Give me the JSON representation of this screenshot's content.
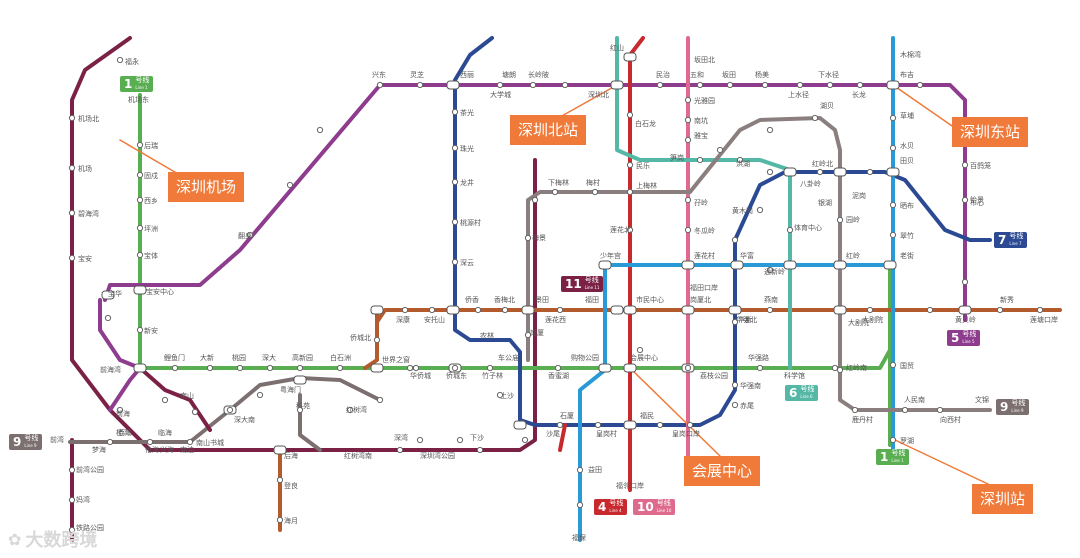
{
  "colors": {
    "line1": "#5aae52",
    "line2": "#a565a8",
    "line3": "#2a9ad7",
    "line4": "#c8292c",
    "line5": "#8e3c8e",
    "line6": "#55b7a6",
    "line7": "#2c4a93",
    "line9": "#7b6f6f",
    "line10": "#de6b8e",
    "line11": "#7a2145",
    "line_mid": "#b45b2e",
    "line_gray": "#8a7e7e",
    "callout": "#ef7a3a"
  },
  "callouts": {
    "airport": "深圳机场",
    "north": "深圳北站",
    "east": "深圳东站",
    "expo": "会展中心",
    "sz": "深圳站"
  },
  "badges": {
    "line1_top": {
      "num": "1",
      "cn": "号线",
      "en": "Line 1"
    },
    "line1_bot": {
      "num": "1",
      "cn": "号线",
      "en": "Line 1"
    },
    "line11": {
      "num": "11",
      "cn": "号线",
      "en": "Line 11"
    },
    "line7": {
      "num": "7",
      "cn": "号线",
      "en": "Line 7"
    },
    "line5": {
      "num": "5",
      "cn": "号线",
      "en": "Line 5"
    },
    "line6": {
      "num": "6",
      "cn": "号线",
      "en": "Line 6"
    },
    "line9_left": {
      "num": "9",
      "cn": "号线",
      "en": "Line 9"
    },
    "line9_right": {
      "num": "9",
      "cn": "号线",
      "en": "Line 9"
    },
    "line4": {
      "num": "4",
      "cn": "号线",
      "en": "Line 4"
    },
    "line10": {
      "num": "10",
      "cn": "号线",
      "en": "Line 10"
    }
  },
  "watermark": "大数跨境",
  "stations": {
    "s1": "福永",
    "s2": "机场北",
    "s3": "机场",
    "s4": "碧海湾",
    "s5": "宝安",
    "s6": "机场东",
    "s7": "后瑞",
    "s8": "固戍",
    "s9": "西乡",
    "s10": "坪洲",
    "s11": "宝体",
    "s12": "宝安中心",
    "s13": "新安",
    "s14": "宝华",
    "s15": "前海湾",
    "s16": "鲤鱼门",
    "s17": "大新",
    "s18": "桃园",
    "s19": "深大",
    "s20": "高新园",
    "s21": "白石洲",
    "s22": "世界之窗",
    "s23": "华侨城",
    "s24": "侨城东",
    "s25": "竹子林",
    "s26": "车公庙",
    "s27": "香蜜湖",
    "s28": "购物公园",
    "s29": "会展中心",
    "s30": "岗厦",
    "s31": "华强路",
    "s32": "科学馆",
    "s33": "大剧院",
    "s34": "兴东",
    "s35": "灵芝",
    "s36": "翻身",
    "s37": "西丽",
    "s38": "大学城",
    "s39": "塘朗",
    "s40": "长岭陂",
    "s41": "深圳北",
    "s42": "民治",
    "s43": "五和",
    "s44": "坂田",
    "s45": "杨美",
    "s46": "上水径",
    "s47": "下水径",
    "s48": "长龙",
    "s49": "布吉",
    "s50": "茶光",
    "s51": "珠光",
    "s52": "龙井",
    "s53": "桃源村",
    "s54": "深云",
    "s55": "侨香",
    "s56": "香梅北",
    "s57": "景田",
    "s58": "莲花西",
    "s59": "福田",
    "s60": "市民中心",
    "s61": "岗厦北",
    "s62": "华新",
    "s63": "燕南",
    "s64": "湖贝",
    "s65": "黄贝岭",
    "s66": "新秀",
    "s67": "莲塘口岸",
    "s68": "深康",
    "s69": "安托山",
    "s70": "农林",
    "s71": "上沙",
    "s72": "沙尾",
    "s73": "石厦",
    "s74": "皇岗村",
    "s75": "福民",
    "s76": "皇岗口岸",
    "s77": "福邻口岸",
    "s78": "益田",
    "s79": "福保",
    "s80": "红山",
    "s81": "白石龙",
    "s82": "民乐",
    "s83": "上梅林",
    "s84": "莲花北",
    "s85": "少年宫",
    "s86": "下梅林",
    "s87": "梅村",
    "s88": "梅景",
    "s89": "坂田北",
    "s90": "光雅园",
    "s91": "南坑",
    "s92": "雅宝",
    "s93": "孖岭",
    "s94": "冬瓜岭",
    "s95": "莲花村",
    "s96": "岗厦北",
    "s97": "华富",
    "s98": "通新岭",
    "s99": "笋岗",
    "s100": "洪湖",
    "s101": "田贝",
    "s102": "太安",
    "s103": "怡景",
    "s104": "银湖",
    "s105": "泥岗",
    "s106": "八卦岭",
    "s107": "红岭北",
    "s108": "园岭",
    "s109": "红岭",
    "s110": "红岭南",
    "s111": "鹿丹村",
    "s112": "人民南",
    "s113": "向西村",
    "s114": "文锦",
    "s115": "罗湖",
    "s116": "国贸",
    "s117": "老街",
    "s118": "大剧院",
    "s119": "晒布",
    "s120": "翠竹",
    "s121": "水贝",
    "s122": "草埔",
    "s123": "木棉湾",
    "s124": "百鸽笼",
    "s125": "布心",
    "s126": "华强北",
    "s127": "华强南",
    "s128": "赤尾",
    "s129": "荔枝公园",
    "s130": "南山",
    "s131": "前海",
    "s132": "荔湾",
    "s133": "南油",
    "s134": "南山书城",
    "s135": "深大南",
    "s136": "粤海门",
    "s137": "科苑",
    "s138": "红树湾",
    "s139": "后海",
    "s140": "登良",
    "s141": "海月",
    "s142": "红树湾南",
    "s143": "深湾",
    "s144": "深圳湾公园",
    "s145": "下沙",
    "s146": "前湾",
    "s147": "梦海",
    "s148": "怡海",
    "s149": "前湾公园",
    "s150": "妈湾",
    "s151": "铁路公园",
    "s152": "临海",
    "s153": "桂湾",
    "s154": "兴海",
    "s155": "黄木岗",
    "s156": "侨城北",
    "s157": "深云",
    "s158": "体育中心",
    "s159": "福田口岸"
  }
}
